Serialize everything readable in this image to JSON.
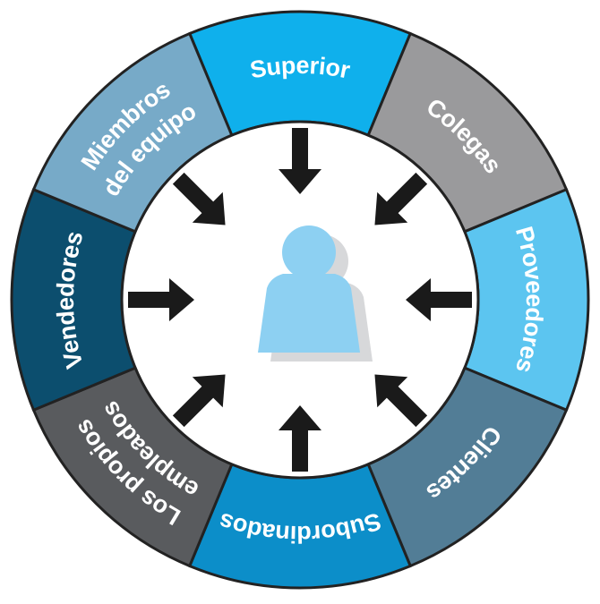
{
  "diagram": {
    "segments": [
      {
        "id": "superior",
        "lines": [
          "Superior"
        ],
        "color": "#0FB0EC"
      },
      {
        "id": "colegas",
        "lines": [
          "Colegas"
        ],
        "color": "#9A9A9C"
      },
      {
        "id": "proveedores",
        "lines": [
          "Proveedores"
        ],
        "color": "#5CC5F0"
      },
      {
        "id": "clientes",
        "lines": [
          "Clientes"
        ],
        "color": "#527D96"
      },
      {
        "id": "subordinados",
        "lines": [
          "Subordinados"
        ],
        "color": "#0C8EC9"
      },
      {
        "id": "empleados",
        "lines": [
          "Los propios",
          "empleados"
        ],
        "color": "#595B5E"
      },
      {
        "id": "vendedores",
        "lines": [
          "Vendedores"
        ],
        "color": "#0C4E6E"
      },
      {
        "id": "miembros",
        "lines": [
          "Miembros",
          "del equipo"
        ],
        "color": "#77AAC8"
      }
    ],
    "colors": {
      "ring_outline": "#222222",
      "center_fill": "#ffffff",
      "arrow": "#1a1a1a",
      "person": "#8DD0F2",
      "person_shadow": "#D7D8DA"
    },
    "center_icon": "person-icon"
  }
}
